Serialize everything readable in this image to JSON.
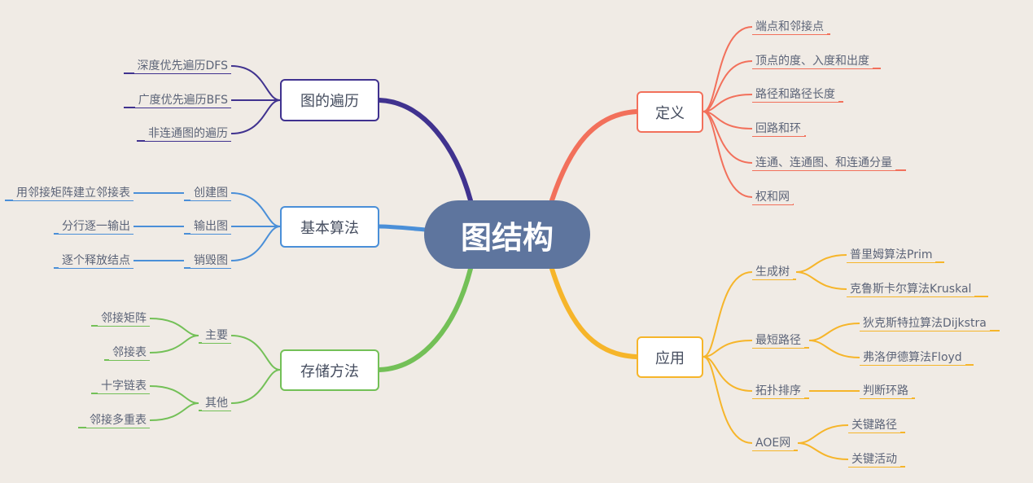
{
  "root": {
    "label": "图结构"
  },
  "colors": {
    "background": "#f0ebe5",
    "root": "#5e759e",
    "definition": "#f2705b",
    "application": "#f6b52a",
    "storage": "#73c057",
    "algorithms": "#4a8fd8",
    "traversal": "#40328f"
  },
  "branches": {
    "definition": {
      "label": "定义",
      "items": [
        "端点和邻接点",
        "顶点的度、入度和出度",
        "路径和路径长度",
        "回路和环",
        "连通、连通图、和连通分量",
        "权和网"
      ]
    },
    "application": {
      "label": "应用",
      "groups": [
        {
          "label": "生成树",
          "items": [
            "普里姆算法Prim",
            "克鲁斯卡尔算法Kruskal"
          ]
        },
        {
          "label": "最短路径",
          "items": [
            "狄克斯特拉算法Dijkstra",
            "弗洛伊德算法Floyd"
          ]
        },
        {
          "label": "拓扑排序",
          "items": [
            "判断环路"
          ]
        },
        {
          "label": "AOE网",
          "items": [
            "关键路径",
            "关键活动"
          ]
        }
      ]
    },
    "traversal": {
      "label": "图的遍历",
      "items": [
        "深度优先遍历DFS",
        "广度优先遍历BFS",
        "非连通图的遍历"
      ]
    },
    "algorithms": {
      "label": "基本算法",
      "groups": [
        {
          "label": "创建图",
          "items": [
            "用邻接矩阵建立邻接表"
          ]
        },
        {
          "label": "输出图",
          "items": [
            "分行逐一输出"
          ]
        },
        {
          "label": "销毁图",
          "items": [
            "逐个释放结点"
          ]
        }
      ]
    },
    "storage": {
      "label": "存储方法",
      "groups": [
        {
          "label": "主要",
          "items": [
            "邻接矩阵",
            "邻接表"
          ]
        },
        {
          "label": "其他",
          "items": [
            "十字链表",
            "邻接多重表"
          ]
        }
      ]
    }
  }
}
